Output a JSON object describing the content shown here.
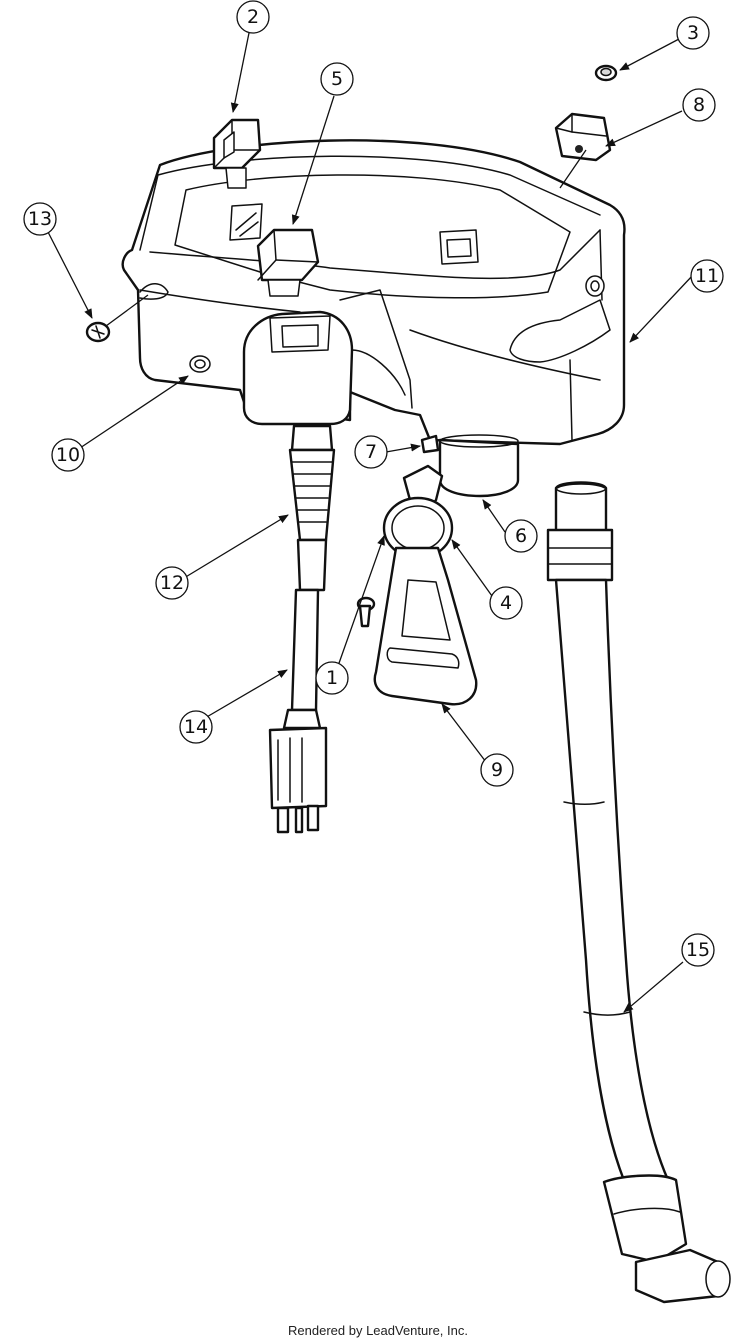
{
  "diagram": {
    "callouts": [
      {
        "id": "c2",
        "label": "2"
      },
      {
        "id": "c3",
        "label": "3"
      },
      {
        "id": "c5",
        "label": "5"
      },
      {
        "id": "c8",
        "label": "8"
      },
      {
        "id": "c13",
        "label": "13"
      },
      {
        "id": "c11",
        "label": "11"
      },
      {
        "id": "c10",
        "label": "10"
      },
      {
        "id": "c7",
        "label": "7"
      },
      {
        "id": "c6",
        "label": "6"
      },
      {
        "id": "c12",
        "label": "12"
      },
      {
        "id": "c4",
        "label": "4"
      },
      {
        "id": "c1",
        "label": "1"
      },
      {
        "id": "c14",
        "label": "14"
      },
      {
        "id": "c9",
        "label": "9"
      },
      {
        "id": "c15",
        "label": "15"
      }
    ]
  },
  "footer": {
    "text": "Rendered by LeadVenture, Inc."
  }
}
